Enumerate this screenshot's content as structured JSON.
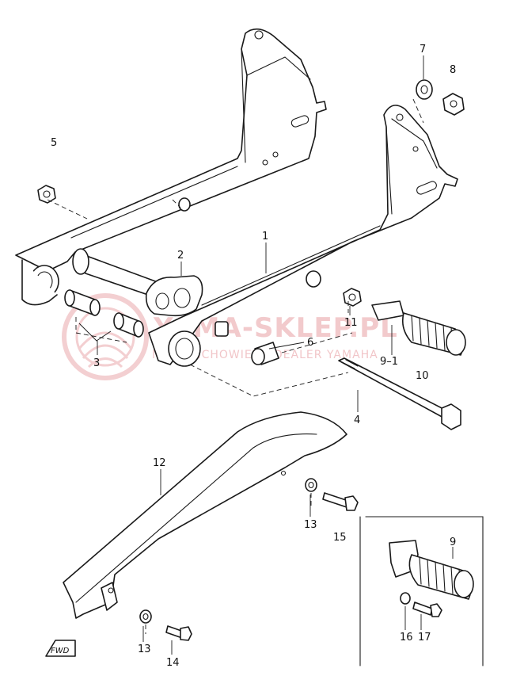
{
  "diagram": {
    "callouts": [
      {
        "id": "1",
        "label": "1"
      },
      {
        "id": "2",
        "label": "2"
      },
      {
        "id": "3",
        "label": "3"
      },
      {
        "id": "4",
        "label": "4"
      },
      {
        "id": "5",
        "label": "5"
      },
      {
        "id": "6",
        "label": "6"
      },
      {
        "id": "7",
        "label": "7"
      },
      {
        "id": "8",
        "label": "8"
      },
      {
        "id": "9a",
        "label": "9–1"
      },
      {
        "id": "10",
        "label": "10"
      },
      {
        "id": "11",
        "label": "11"
      },
      {
        "id": "12",
        "label": "12"
      },
      {
        "id": "13a",
        "label": "13"
      },
      {
        "id": "15",
        "label": "15"
      },
      {
        "id": "9b",
        "label": "9"
      },
      {
        "id": "16",
        "label": "16"
      },
      {
        "id": "17",
        "label": "17"
      },
      {
        "id": "13b",
        "label": "13"
      },
      {
        "id": "14",
        "label": "14"
      }
    ],
    "watermark": {
      "title": "YAMA-SKLEP.PL",
      "subtitle": "MOTOCICHOWIEZ | DEALER YAMAHA"
    },
    "front_mark": "FWD",
    "colors": {
      "line": "#1a1a1a",
      "watermark": "#e8a0a4",
      "background": "#ffffff"
    }
  }
}
